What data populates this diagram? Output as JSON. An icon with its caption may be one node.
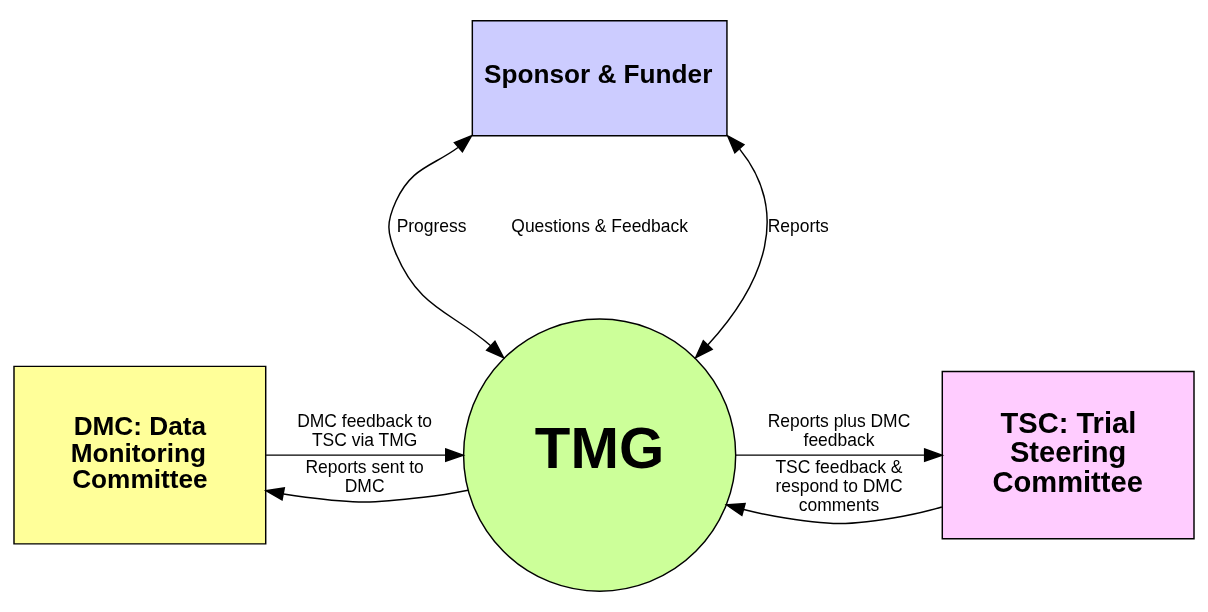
{
  "diagram": {
    "nodes": [
      {
        "text": [
          "Sponsor & Funder"
        ]
      },
      {
        "text": [
          "DMC: Data Monitoring Committee"
        ]
      },
      {
        "text": [
          "TMG"
        ]
      },
      {
        "text": [
          "TSC: Trial Steering Committee"
        ]
      }
    ],
    "edges": [
      {
        "from": 0,
        "to": 2,
        "arrow": "both",
        "label": "Progress"
      },
      {
        "from": 0,
        "to": 2,
        "arrow": "both",
        "label": "Reports"
      },
      {
        "from": 1,
        "to": 2,
        "arrow": "to",
        "label": "DMC feedback to TSC via TMG"
      },
      {
        "from": 2,
        "to": 1,
        "arrow": "to",
        "label": "Reports sent to DMC"
      },
      {
        "from": 2,
        "to": 3,
        "arrow": "to",
        "label": "Reports plus DMC feedback"
      },
      {
        "from": 3,
        "to": 2,
        "arrow": "to",
        "label": "TSC feedback & respond to DMC comments"
      }
    ],
    "labels": [
      "Questions & Feedback"
    ]
  }
}
